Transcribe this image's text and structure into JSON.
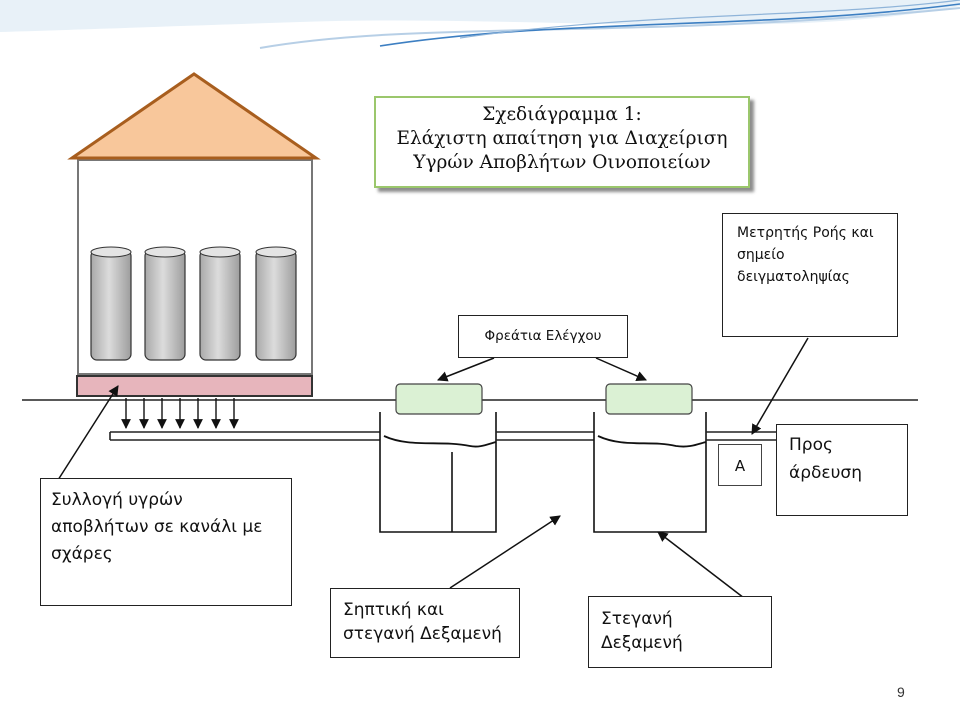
{
  "title": {
    "line1": "Σχεδιάγραμμα 1:",
    "line2": "Ελάχιστη απαίτηση για Διαχείριση",
    "line3": "Υγρών Αποβλήτων Οινοποιείων"
  },
  "labels": {
    "flow_meter_line1": "Μετρητής Ροής και",
    "flow_meter_line2": "σημείο",
    "flow_meter_line3": "δειγματοληψίας",
    "control_wells": "Φρεάτια Ελέγχου",
    "collection_line1": "Συλλογή υγρών",
    "collection_line2": "αποβλήτων σε κανάλι με",
    "collection_line3": "σχάρες",
    "irrigation_line1": "Προς",
    "irrigation_line2": "άρδευση",
    "septic_line1": "Σηπτική και",
    "septic_line2": "στεγανή Δεξαμενή",
    "tight_line1": "Στεγανή",
    "tight_line2": "Δεξαμενή",
    "point_a": "A"
  },
  "page_number": "9",
  "colors": {
    "roof_fill": "#f8c79b",
    "roof_stroke": "#a85e1e",
    "tank_fill": "#c8c8c8",
    "grate_fill": "#e7b5bc",
    "well_cover_fill": "#dbf1d4",
    "title_border": "#9bc76c",
    "wave_blue": "#3d7fc2"
  },
  "icons": [
    "roof-icon",
    "wine-tank-icon",
    "grate-icon",
    "arrow-icon",
    "wave-decoration"
  ]
}
